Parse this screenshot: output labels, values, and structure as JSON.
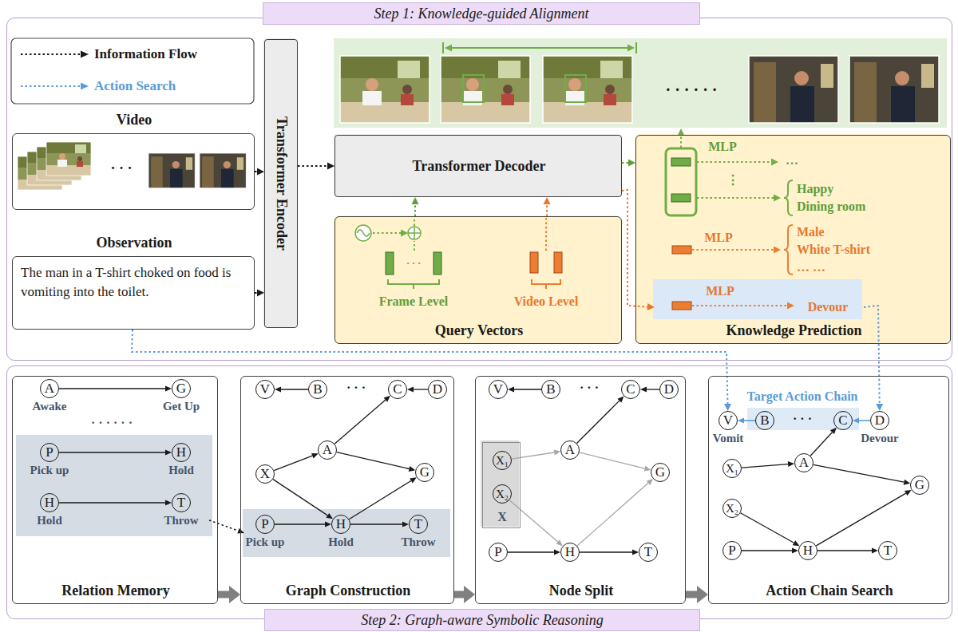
{
  "diagram": {
    "nodes": [
      {
        "text": [
          "Step 1: Knowledge-guided Alignment"
        ]
      },
      {
        "text": [
          "Video"
        ],
        "in": 0
      },
      {
        "text": [
          "Observation",
          "The man in a T-shirt choked on food is vomiting into the toilet."
        ],
        "in": 0
      },
      {
        "text": [
          "Transformer Encoder"
        ],
        "in": 0
      },
      {
        "text": [
          "Transformer Decoder"
        ],
        "in": 0
      },
      {
        "text": [
          "Query Vectors"
        ],
        "in": 0
      },
      {
        "text": [
          "Knowledge Prediction"
        ],
        "in": 0
      },
      {
        "text": [
          "MLP",
          "Devour"
        ],
        "in": 6
      },
      {
        "text": [
          "Step 2: Graph-aware Symbolic Reasoning"
        ]
      },
      {
        "text": [
          "Relation Memory"
        ],
        "in": 8
      },
      {
        "text": [
          "A",
          "Awake"
        ],
        "in": 9
      },
      {
        "text": [
          "G",
          "Get Up"
        ],
        "in": 9
      },
      {
        "text": [
          "P",
          "Pick up"
        ],
        "in": 9
      },
      {
        "text": [
          "H",
          "Hold"
        ],
        "in": 9
      },
      {
        "text": [
          "H",
          "Hold"
        ],
        "in": 9
      },
      {
        "text": [
          "T",
          "Throw"
        ],
        "in": 9
      },
      {
        "text": [
          "Graph Construction"
        ],
        "in": 8
      },
      {
        "text": [
          "V"
        ],
        "in": 16
      },
      {
        "text": [
          "B"
        ],
        "in": 16
      },
      {
        "text": [
          "C"
        ],
        "in": 16
      },
      {
        "text": [
          "D"
        ],
        "in": 16
      },
      {
        "text": [
          "X"
        ],
        "in": 16
      },
      {
        "text": [
          "A"
        ],
        "in": 16
      },
      {
        "text": [
          "G"
        ],
        "in": 16
      },
      {
        "text": [
          "P",
          "Pick up"
        ],
        "in": 16
      },
      {
        "text": [
          "H",
          "Hold"
        ],
        "in": 16
      },
      {
        "text": [
          "T",
          "Throw"
        ],
        "in": 16
      },
      {
        "text": [
          "Node Split"
        ],
        "in": 8
      },
      {
        "text": [
          "V"
        ],
        "in": 27
      },
      {
        "text": [
          "B"
        ],
        "in": 27
      },
      {
        "text": [
          "C"
        ],
        "in": 27
      },
      {
        "text": [
          "D"
        ],
        "in": 27
      },
      {
        "text": [
          "X"
        ],
        "in": 27
      },
      {
        "text": [
          "X₁"
        ],
        "in": 32
      },
      {
        "text": [
          "X₂"
        ],
        "in": 32
      },
      {
        "text": [
          "A"
        ],
        "in": 27
      },
      {
        "text": [
          "G"
        ],
        "in": 27
      },
      {
        "text": [
          "P"
        ],
        "in": 27
      },
      {
        "text": [
          "H"
        ],
        "in": 27
      },
      {
        "text": [
          "T"
        ],
        "in": 27
      },
      {
        "text": [
          "Action Chain Search"
        ],
        "in": 8
      },
      {
        "text": [
          "V",
          "Vomit"
        ],
        "in": 40
      },
      {
        "text": [
          "B"
        ],
        "in": 40
      },
      {
        "text": [
          "C"
        ],
        "in": 40
      },
      {
        "text": [
          "D",
          "Devour"
        ],
        "in": 40
      },
      {
        "text": [
          "X₁"
        ],
        "in": 40
      },
      {
        "text": [
          "A"
        ],
        "in": 40
      },
      {
        "text": [
          "G"
        ],
        "in": 40
      },
      {
        "text": [
          "X₂"
        ],
        "in": 40
      },
      {
        "text": [
          "P"
        ],
        "in": 40
      },
      {
        "text": [
          "H"
        ],
        "in": 40
      },
      {
        "text": [
          "T"
        ],
        "in": 40
      }
    ],
    "edges": [
      {
        "from": 1,
        "to": 3,
        "arrow": "to"
      },
      {
        "from": 2,
        "to": 3,
        "arrow": "to"
      },
      {
        "from": 3,
        "to": 4,
        "arrow": "to"
      },
      {
        "from": 5,
        "to": 4,
        "arrow": "to"
      },
      {
        "from": 5,
        "to": 4,
        "arrow": "to"
      },
      {
        "from": 4,
        "to": 6,
        "arrow": "to"
      },
      {
        "from": 4,
        "to": 7,
        "arrow": "to"
      },
      {
        "from": 2,
        "to": 41,
        "arrow": "to"
      },
      {
        "from": 7,
        "to": 44,
        "arrow": "to"
      },
      {
        "from": 9,
        "to": 16,
        "arrow": "to"
      },
      {
        "from": 16,
        "to": 27,
        "arrow": "to"
      },
      {
        "from": 27,
        "to": 40,
        "arrow": "to"
      },
      {
        "from": 10,
        "to": 11,
        "arrow": "to"
      },
      {
        "from": 12,
        "to": 13,
        "arrow": "to"
      },
      {
        "from": 14,
        "to": 15,
        "arrow": "to"
      },
      {
        "from": 18,
        "to": 17,
        "arrow": "to"
      },
      {
        "from": 20,
        "to": 19,
        "arrow": "to"
      },
      {
        "from": 22,
        "to": 19,
        "arrow": "to"
      },
      {
        "from": 21,
        "to": 22,
        "arrow": "to"
      },
      {
        "from": 21,
        "to": 25,
        "arrow": "to"
      },
      {
        "from": 22,
        "to": 23,
        "arrow": "to"
      },
      {
        "from": 25,
        "to": 23,
        "arrow": "to"
      },
      {
        "from": 24,
        "to": 25,
        "arrow": "to"
      },
      {
        "from": 25,
        "to": 26,
        "arrow": "to"
      },
      {
        "from": 29,
        "to": 28,
        "arrow": "to"
      },
      {
        "from": 31,
        "to": 30,
        "arrow": "to"
      },
      {
        "from": 35,
        "to": 30,
        "arrow": "to"
      },
      {
        "from": 33,
        "to": 35,
        "arrow": "to"
      },
      {
        "from": 34,
        "to": 38,
        "arrow": "to"
      },
      {
        "from": 35,
        "to": 36,
        "arrow": "to"
      },
      {
        "from": 38,
        "to": 36,
        "arrow": "to"
      },
      {
        "from": 37,
        "to": 38,
        "arrow": "to"
      },
      {
        "from": 38,
        "to": 39,
        "arrow": "to"
      },
      {
        "from": 42,
        "to": 41,
        "arrow": "to"
      },
      {
        "from": 44,
        "to": 43,
        "arrow": "to"
      },
      {
        "from": 46,
        "to": 43,
        "arrow": "to"
      },
      {
        "from": 45,
        "to": 46,
        "arrow": "to"
      },
      {
        "from": 48,
        "to": 50,
        "arrow": "to"
      },
      {
        "from": 46,
        "to": 47,
        "arrow": "to"
      },
      {
        "from": 50,
        "to": 47,
        "arrow": "to"
      },
      {
        "from": 49,
        "to": 50,
        "arrow": "to"
      },
      {
        "from": 50,
        "to": 51,
        "arrow": "to"
      }
    ],
    "labels": [
      "· · ·",
      "· · · · · ·",
      "· · ·",
      "Frame Level",
      "Video Level",
      "MLP",
      "…",
      "⋮",
      "Happy",
      "Dining room",
      "MLP",
      "Male",
      "White T-shirt",
      "… …",
      "· · · · · ·",
      "· · ·",
      "· · ·",
      "· · ·",
      "Target Action Chain"
    ],
    "legend": [
      {
        "text": "Information Flow"
      },
      {
        "text": "Action Search"
      }
    ]
  }
}
